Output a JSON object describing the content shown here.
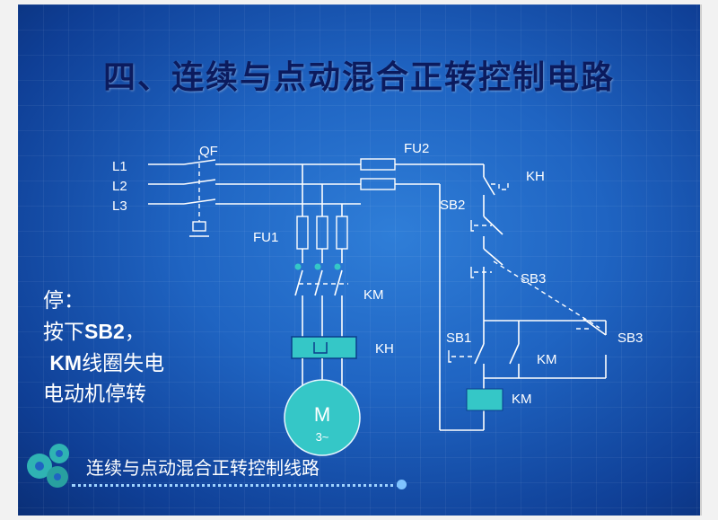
{
  "title": "四、连续与点动混合正转控制电路",
  "labels": {
    "l1": "L1",
    "l2": "L2",
    "l3": "L3",
    "qf": "QF",
    "fu1": "FU1",
    "fu2": "FU2",
    "km_main": "KM",
    "kh_main": "KH",
    "motor_m": "M",
    "motor_phase": "3~",
    "kh_ctrl": "KH",
    "sb2": "SB2",
    "sb3_top": "SB3",
    "sb3_right": "SB3",
    "sb1": "SB1",
    "km_aux": "KM",
    "km_coil": "KM"
  },
  "caption": {
    "line1": "停：",
    "line2_prefix": "按下",
    "line2_key": "SB2",
    "line2_suffix": "，",
    "line3_key": "KM",
    "line3_suffix": "线圈失电",
    "line4": "电动机停转"
  },
  "footer": "连续与点动混合正转控制线路",
  "colors": {
    "background": "#1f64c2",
    "title": "#0b1b5e",
    "thermal_relay": "#35c7c7",
    "motor": "#35c7c7",
    "coil": "#35c7c7",
    "fuse_tip": "#35c7c7"
  }
}
